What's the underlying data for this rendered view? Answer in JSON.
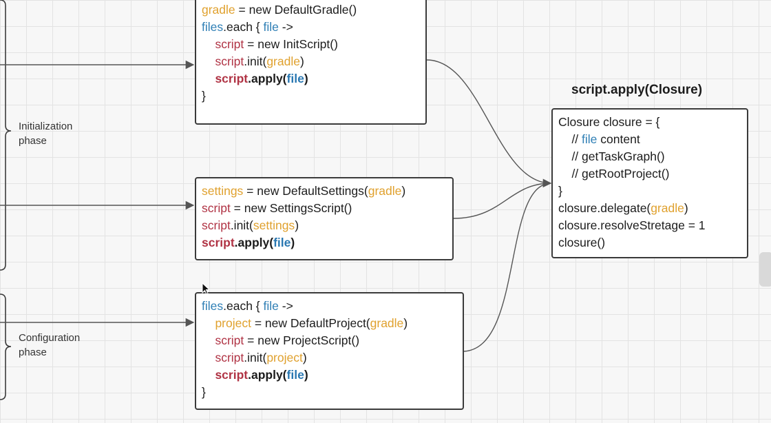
{
  "phases": {
    "initialization": {
      "line1": "Initialization",
      "line2": "phase"
    },
    "configuration": {
      "line1": "Configuration",
      "line2": "phase"
    }
  },
  "closure_title": "script.apply(Closure)",
  "colors": {
    "variable": "#e0a12e",
    "script": "#b03344",
    "files": "#2f7fb5",
    "text": "#1c1c1c",
    "border": "#3a3a3a",
    "connector": "#555555"
  },
  "boxes": {
    "init": [
      [
        {
          "t": "gradle",
          "c": "var"
        },
        {
          "t": " = new DefaultGradle()",
          "c": "plain"
        }
      ],
      [
        {
          "t": "files",
          "c": "blue"
        },
        {
          "t": ".each { ",
          "c": "plain"
        },
        {
          "t": "file",
          "c": "blue"
        },
        {
          "t": " ->",
          "c": "plain"
        }
      ],
      [
        {
          "t": "    "
        },
        {
          "t": "script",
          "c": "script"
        },
        {
          "t": " = new InitScript()",
          "c": "plain"
        }
      ],
      [
        {
          "t": "    "
        },
        {
          "t": "script",
          "c": "script"
        },
        {
          "t": ".init(",
          "c": "plain"
        },
        {
          "t": "gradle",
          "c": "var"
        },
        {
          "t": ")",
          "c": "plain"
        }
      ],
      [
        {
          "t": "    "
        },
        {
          "t": "script",
          "c": "script-bold"
        },
        {
          "t": ".apply(",
          "c": "bold"
        },
        {
          "t": "file",
          "c": "blue-bold"
        },
        {
          "t": ")",
          "c": "bold"
        }
      ],
      [
        {
          "t": "}",
          "c": "plain"
        }
      ]
    ],
    "settings": [
      [
        {
          "t": "settings",
          "c": "var"
        },
        {
          "t": " = new DefaultSettings(",
          "c": "plain"
        },
        {
          "t": "gradle",
          "c": "var"
        },
        {
          "t": ")",
          "c": "plain"
        }
      ],
      [
        {
          "t": "script",
          "c": "script"
        },
        {
          "t": " = new SettingsScript()",
          "c": "plain"
        }
      ],
      [
        {
          "t": "script",
          "c": "script"
        },
        {
          "t": ".init(",
          "c": "plain"
        },
        {
          "t": "settings",
          "c": "var"
        },
        {
          "t": ")",
          "c": "plain"
        }
      ],
      [
        {
          "t": "script",
          "c": "script-bold"
        },
        {
          "t": ".apply(",
          "c": "bold"
        },
        {
          "t": "file",
          "c": "blue-bold"
        },
        {
          "t": ")",
          "c": "bold"
        }
      ]
    ],
    "project": [
      [
        {
          "t": "files",
          "c": "blue"
        },
        {
          "t": ".each { ",
          "c": "plain"
        },
        {
          "t": "file",
          "c": "blue"
        },
        {
          "t": " ->",
          "c": "plain"
        }
      ],
      [
        {
          "t": "    "
        },
        {
          "t": "project",
          "c": "var"
        },
        {
          "t": " = new DefaultProject(",
          "c": "plain"
        },
        {
          "t": "gradle",
          "c": "var"
        },
        {
          "t": ")",
          "c": "plain"
        }
      ],
      [
        {
          "t": "    "
        },
        {
          "t": "script",
          "c": "script"
        },
        {
          "t": " = new ProjectScript()",
          "c": "plain"
        }
      ],
      [
        {
          "t": "    "
        },
        {
          "t": "script",
          "c": "script"
        },
        {
          "t": ".init(",
          "c": "plain"
        },
        {
          "t": "project",
          "c": "var"
        },
        {
          "t": ")",
          "c": "plain"
        }
      ],
      [
        {
          "t": "    "
        },
        {
          "t": "script",
          "c": "script-bold"
        },
        {
          "t": ".apply(",
          "c": "bold"
        },
        {
          "t": "file",
          "c": "blue-bold"
        },
        {
          "t": ")",
          "c": "bold"
        }
      ],
      [
        {
          "t": "}",
          "c": "plain"
        }
      ]
    ],
    "closure": [
      [
        {
          "t": "Closure closure = {",
          "c": "plain"
        }
      ],
      [
        {
          "t": "    // ",
          "c": "plain"
        },
        {
          "t": "file",
          "c": "blue"
        },
        {
          "t": " content",
          "c": "plain"
        }
      ],
      [
        {
          "t": "    // getTaskGraph()",
          "c": "plain"
        }
      ],
      [
        {
          "t": "    // getRootProject()",
          "c": "plain"
        }
      ],
      [
        {
          "t": "}",
          "c": "plain"
        }
      ],
      [
        {
          "t": "closure.delegate(",
          "c": "plain"
        },
        {
          "t": "gradle",
          "c": "var"
        },
        {
          "t": ")",
          "c": "plain"
        }
      ],
      [
        {
          "t": "closure.resolveStretage = 1",
          "c": "plain"
        }
      ],
      [
        {
          "t": "closure()",
          "c": "plain"
        }
      ]
    ]
  }
}
